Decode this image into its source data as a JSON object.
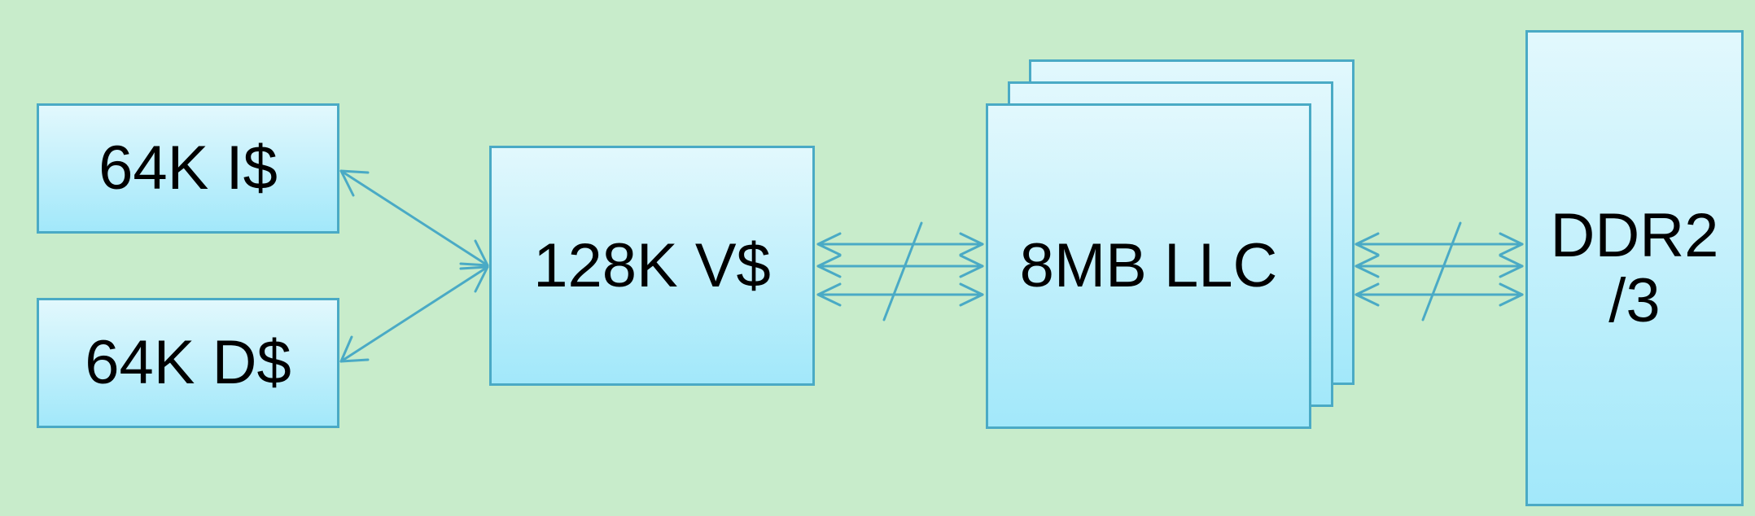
{
  "blocks": {
    "icache": "64K I$",
    "dcache": "64K D$",
    "vcache": "128K V$",
    "llc": "8MB LLC",
    "dram_line1": "DDR2",
    "dram_line2": "/3"
  },
  "colors": {
    "background": "#c8eccb",
    "box_border": "#4aaac5",
    "box_fill_top": "#e2f8fd",
    "box_fill_bottom": "#a2e8fa",
    "wire": "#4aaac5"
  }
}
